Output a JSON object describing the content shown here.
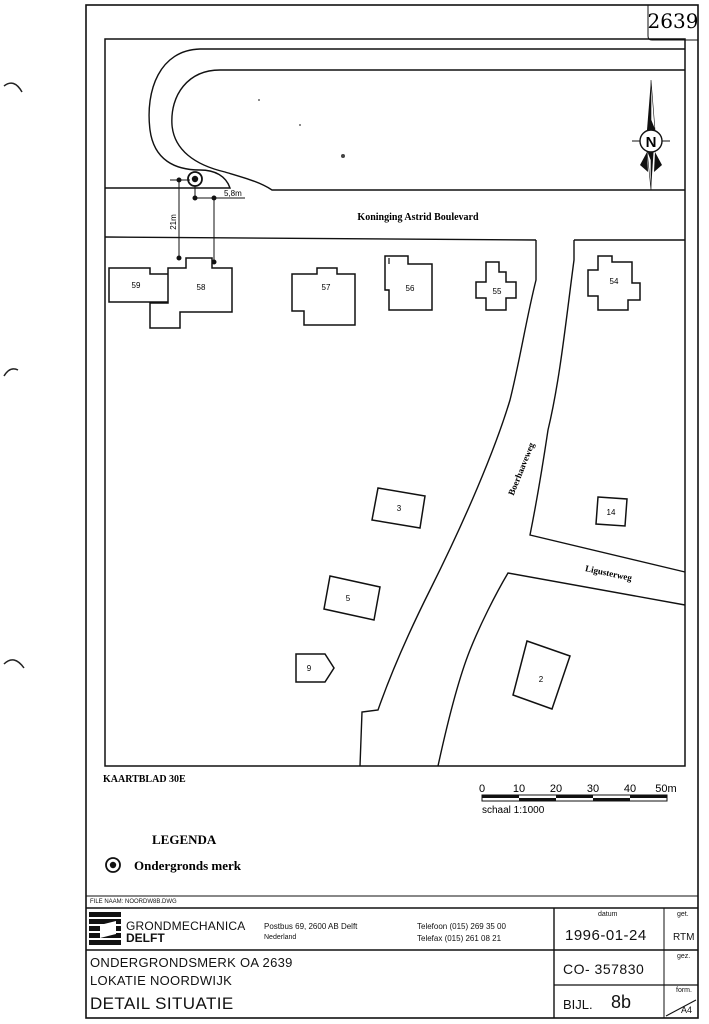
{
  "sheet_number": "2639",
  "map": {
    "street_main": "Koninging Astrid Boulevard",
    "street_boerhaave": "Boerhaaveweg",
    "street_ligustrum": "Ligusterweg",
    "north_label": "N",
    "dim_vertical": "21m",
    "dim_horizontal": "5,8m",
    "buildings": [
      "59",
      "58",
      "57",
      "56",
      "55",
      "54",
      "3",
      "14",
      "5",
      "2",
      "9"
    ]
  },
  "kaartblad": "KAARTBLAD 30E",
  "scale": {
    "ticks": [
      "0",
      "10",
      "20",
      "30",
      "40",
      "50m"
    ],
    "label": "schaal 1:1000"
  },
  "legend": {
    "title": "LEGENDA",
    "item": "Ondergronds merk"
  },
  "titleblock": {
    "file_name": "FILE NAAM: NOORDW8B.DWG",
    "company_line1": "GRONDMECHANICA",
    "company_line2": "DELFT",
    "address_line1": "Postbus 69, 2600 AB Delft",
    "address_line2": "Nederland",
    "phone": "Telefoon (015) 269 35 00",
    "fax": "Telefax (015) 261 08 21",
    "datum_label": "datum",
    "datum_value": "1996-01-24",
    "get_label": "get.",
    "get_value": "RTM",
    "gez_label": "gez.",
    "form_label": "form.",
    "form_value": "A4",
    "project_line1": "ONDERGRONDSMERK OA 2639",
    "project_line2": "LOKATIE NOORDWIJK",
    "drawing_title": "DETAIL SITUATIE",
    "co_number": "CO- 357830",
    "bijl_label": "BIJL.",
    "bijl_value": "8b"
  }
}
